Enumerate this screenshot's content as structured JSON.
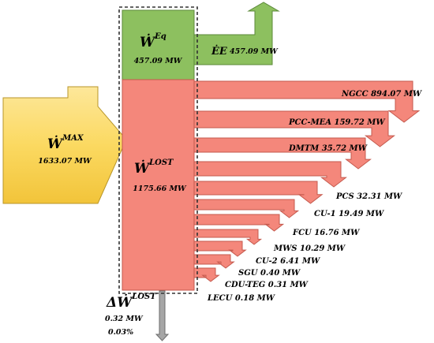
{
  "colors": {
    "equivalent": "#8dc05f",
    "lost": "#f4877b",
    "max": "#fbd961",
    "residual": "#a6a6a6"
  },
  "max_work": {
    "symbol": "Ẇ",
    "superscript": "MAX",
    "value": "1633.07 MW",
    "mw": 1633.07
  },
  "equivalent_work": {
    "symbol": "Ẇ",
    "superscript": "Eq",
    "value": "457.09 MW",
    "mw": 457.09
  },
  "electric_energy": {
    "symbol": "ĖE",
    "value": "457.09 MW",
    "mw": 457.09
  },
  "lost_work": {
    "symbol": "Ẇ",
    "superscript": "LOST",
    "value": "1175.66 MW",
    "mw": 1175.66
  },
  "residual_lost": {
    "symbol": "ΔẆ",
    "superscript": "LOST",
    "value": "0.32  MW",
    "percent": "0.03%",
    "mw": 0.32
  },
  "losses": [
    {
      "unit": "NGCC",
      "value": "894.07 MW",
      "mw": 894.07
    },
    {
      "unit": "PCC-MEA",
      "value": "159.72 MW",
      "mw": 159.72
    },
    {
      "unit": "DMTM",
      "value": "35.72 MW",
      "mw": 35.72
    },
    {
      "unit": "PCS",
      "value": "32.31 MW",
      "mw": 32.31
    },
    {
      "unit": "CU-1",
      "value": "19.49 MW",
      "mw": 19.49
    },
    {
      "unit": "FCU",
      "value": "16.76 MW",
      "mw": 16.76
    },
    {
      "unit": "MWS",
      "value": "10.29 MW",
      "mw": 10.29
    },
    {
      "unit": "CU-2",
      "value": "6.41 MW",
      "mw": 6.41
    },
    {
      "unit": "SGU",
      "value": "0.40 MW",
      "mw": 0.4
    },
    {
      "unit": "CDU-TEG",
      "value": "0.31 MW",
      "mw": 0.31
    },
    {
      "unit": "LECU",
      "value": "0.18 MW",
      "mw": 0.18
    }
  ]
}
